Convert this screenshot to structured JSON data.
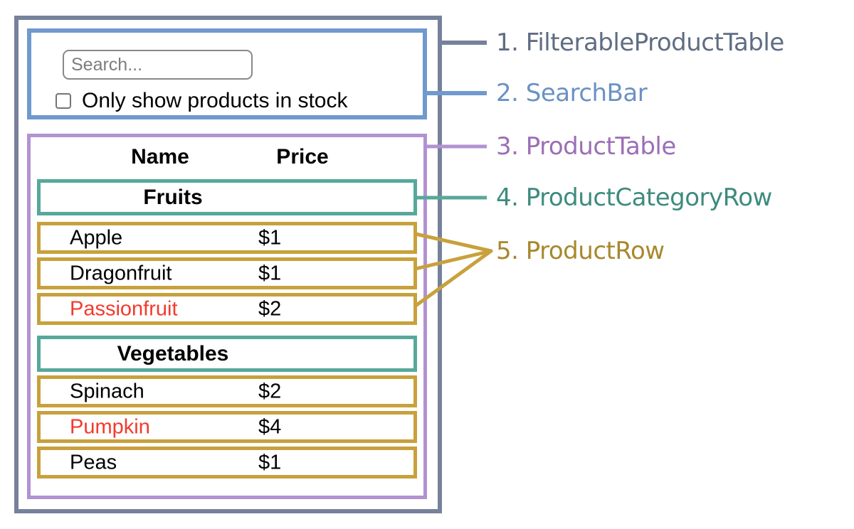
{
  "colors": {
    "filterable_border": "#76819B",
    "filterable_label": "#5F6D82",
    "searchbar_border": "#7099CD",
    "searchbar_label": "#6A92C4",
    "producttable_border": "#B292D1",
    "producttable_label": "#9C6EB5",
    "categoryrow_border": "#57A89A",
    "categoryrow_label": "#3D8B7E",
    "productrow_border": "#C8A13C",
    "productrow_label": "#A8882D",
    "out_of_stock_text": "#F23A2C",
    "input_border": "#888888",
    "placeholder_text": "#7D7D7D"
  },
  "search_bar": {
    "input_placeholder": "Search...",
    "input_value": "",
    "checkbox_label": "Only show products in stock",
    "checkbox_checked": false
  },
  "table": {
    "headers": {
      "name": "Name",
      "price": "Price"
    },
    "sections": [
      {
        "category": "Fruits",
        "rows": [
          {
            "name": "Apple",
            "price": "$1",
            "in_stock": true
          },
          {
            "name": "Dragonfruit",
            "price": "$1",
            "in_stock": true
          },
          {
            "name": "Passionfruit",
            "price": "$2",
            "in_stock": false
          }
        ]
      },
      {
        "category": "Vegetables",
        "rows": [
          {
            "name": "Spinach",
            "price": "$2",
            "in_stock": true
          },
          {
            "name": "Pumpkin",
            "price": "$4",
            "in_stock": false
          },
          {
            "name": "Peas",
            "price": "$1",
            "in_stock": true
          }
        ]
      }
    ]
  },
  "legend": [
    {
      "text": "1. FilterableProductTable"
    },
    {
      "text": "2. SearchBar"
    },
    {
      "text": "3. ProductTable"
    },
    {
      "text": "4. ProductCategoryRow"
    },
    {
      "text": "5. ProductRow"
    }
  ]
}
